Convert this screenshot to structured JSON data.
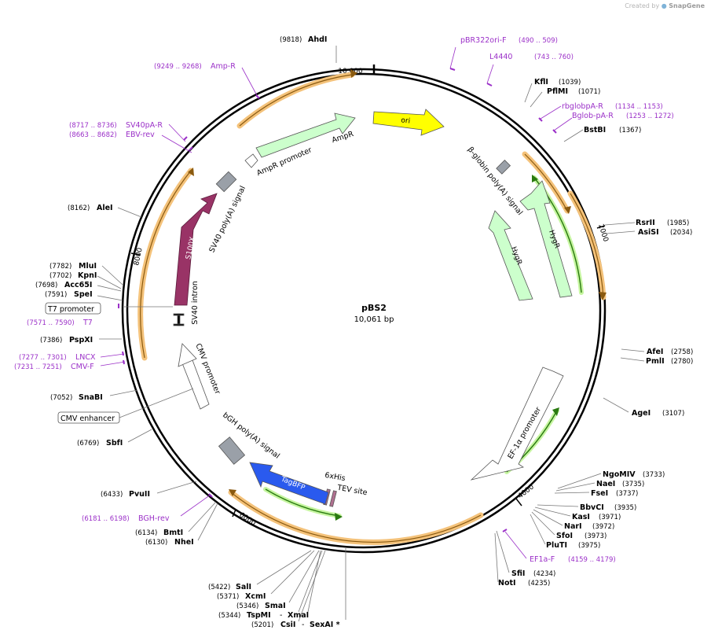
{
  "credit": {
    "prefix": "Created by",
    "brand": "SnapGene"
  },
  "plasmid": {
    "name": "pBS2",
    "length_label": "10,061 bp",
    "length": 10061
  },
  "ticks": [
    {
      "label": "10,000",
      "pos": 10000
    },
    {
      "label": "2000",
      "pos": 2000
    },
    {
      "label": "4000",
      "pos": 4000
    },
    {
      "label": "6000",
      "pos": 6000
    },
    {
      "label": "8000",
      "pos": 8000
    }
  ],
  "sites": [
    {
      "name": "AhdI",
      "pos": "(9818)",
      "side": "top",
      "color": "#000000"
    },
    {
      "name": "pBR322ori-F",
      "pos": "(490 .. 509)",
      "side": "right",
      "color": "#9b30c8"
    },
    {
      "name": "L4440",
      "pos": "(743 .. 760)",
      "side": "right",
      "color": "#9b30c8"
    },
    {
      "name": "KflI",
      "pos": "(1039)",
      "side": "right",
      "color": "#000000"
    },
    {
      "name": "PflMI",
      "pos": "(1071)",
      "side": "right",
      "color": "#000000"
    },
    {
      "name": "rbglobpA-R",
      "pos": "(1134 .. 1153)",
      "side": "right",
      "color": "#9b30c8"
    },
    {
      "name": "Bglob-pA-R",
      "pos": "(1253 .. 1272)",
      "side": "right",
      "color": "#9b30c8"
    },
    {
      "name": "BstBI",
      "pos": "(1367)",
      "side": "right",
      "color": "#000000"
    },
    {
      "name": "RsrII",
      "pos": "(1985)",
      "side": "right",
      "color": "#000000"
    },
    {
      "name": "AsiSI",
      "pos": "(2034)",
      "side": "right",
      "color": "#000000"
    },
    {
      "name": "AfeI",
      "pos": "(2758)",
      "side": "right",
      "color": "#000000"
    },
    {
      "name": "PmlI",
      "pos": "(2780)",
      "side": "right",
      "color": "#000000"
    },
    {
      "name": "AgeI",
      "pos": "(3107)",
      "side": "right",
      "color": "#000000"
    },
    {
      "name": "NgoMIV",
      "pos": "(3733)",
      "side": "right",
      "color": "#000000"
    },
    {
      "name": "NaeI",
      "pos": "(3735)",
      "side": "right",
      "color": "#000000"
    },
    {
      "name": "FseI",
      "pos": "(3737)",
      "side": "right",
      "color": "#000000"
    },
    {
      "name": "BbvCI",
      "pos": "(3935)",
      "side": "right",
      "color": "#000000"
    },
    {
      "name": "KasI",
      "pos": "(3971)",
      "side": "right",
      "color": "#000000"
    },
    {
      "name": "NarI",
      "pos": "(3972)",
      "side": "right",
      "color": "#000000"
    },
    {
      "name": "SfoI",
      "pos": "(3973)",
      "side": "right",
      "color": "#000000"
    },
    {
      "name": "PluTI",
      "pos": "(3975)",
      "side": "right",
      "color": "#000000"
    },
    {
      "name": "EF1a-F",
      "pos": "(4159 .. 4179)",
      "side": "right",
      "color": "#9b30c8"
    },
    {
      "name": "SfiI",
      "pos": "(4234)",
      "side": "right",
      "color": "#000000"
    },
    {
      "name": "NotI",
      "pos": "(4235)",
      "side": "right",
      "color": "#000000"
    },
    {
      "name": "SexAI *",
      "pos": "",
      "side": "bottom",
      "color": "#000000"
    },
    {
      "name": "CsiI",
      "pos": "(5201)",
      "side": "bottom",
      "color": "#000000"
    },
    {
      "name": "TspMI",
      "pos": "(5344)",
      "side": "bottom",
      "color": "#000000"
    },
    {
      "name": "XmaI",
      "pos": "",
      "side": "bottom",
      "color": "#000000"
    },
    {
      "name": "SmaI",
      "pos": "(5346)",
      "side": "bottom",
      "color": "#000000"
    },
    {
      "name": "XcmI",
      "pos": "(5371)",
      "side": "bottom",
      "color": "#000000"
    },
    {
      "name": "SalI",
      "pos": "(5422)",
      "side": "bottom",
      "color": "#000000"
    },
    {
      "name": "NheI",
      "pos": "(6130)",
      "side": "left",
      "color": "#000000"
    },
    {
      "name": "BmtI",
      "pos": "(6134)",
      "side": "left",
      "color": "#000000"
    },
    {
      "name": "BGH-rev",
      "pos": "(6181 .. 6198)",
      "side": "left",
      "color": "#9b30c8"
    },
    {
      "name": "PvuII",
      "pos": "(6433)",
      "side": "left",
      "color": "#000000"
    },
    {
      "name": "SbfI",
      "pos": "(6769)",
      "side": "left",
      "color": "#000000"
    },
    {
      "name": "SnaBI",
      "pos": "(7052)",
      "side": "left",
      "color": "#000000"
    },
    {
      "name": "CMV-F",
      "pos": "(7231 .. 7251)",
      "side": "left",
      "color": "#9b30c8"
    },
    {
      "name": "LNCX",
      "pos": "(7277 .. 7301)",
      "side": "left",
      "color": "#9b30c8"
    },
    {
      "name": "PspXI",
      "pos": "(7386)",
      "side": "left",
      "color": "#000000"
    },
    {
      "name": "T7",
      "pos": "(7571 .. 7590)",
      "side": "left",
      "color": "#9b30c8"
    },
    {
      "name": "SpeI",
      "pos": "(7591)",
      "side": "left",
      "color": "#000000"
    },
    {
      "name": "Acc65I",
      "pos": "(7698)",
      "side": "left",
      "color": "#000000"
    },
    {
      "name": "KpnI",
      "pos": "(7702)",
      "side": "left",
      "color": "#000000"
    },
    {
      "name": "MluI",
      "pos": "(7782)",
      "side": "left",
      "color": "#000000"
    },
    {
      "name": "AleI",
      "pos": "(8162)",
      "side": "left",
      "color": "#000000"
    },
    {
      "name": "EBV-rev",
      "pos": "(8663 .. 8682)",
      "side": "left",
      "color": "#9b30c8"
    },
    {
      "name": "SV40pA-R",
      "pos": "(8717 .. 8736)",
      "side": "left",
      "color": "#9b30c8"
    },
    {
      "name": "Amp-R",
      "pos": "(9249 .. 9268)",
      "side": "left",
      "color": "#9b30c8"
    }
  ],
  "boxed_labels": [
    "T7 promoter",
    "CMV enhancer"
  ],
  "features": [
    {
      "name": "ori",
      "color": "#ffff00"
    },
    {
      "name": "AmpR",
      "color": "#ccffcc"
    },
    {
      "name": "AmpR promoter",
      "color": "#ffffff"
    },
    {
      "name": "β-globin poly(A) signal",
      "color": "#999999"
    },
    {
      "name": "HygR",
      "color": "#ccffcc"
    },
    {
      "name": "HygR",
      "color": "#ccffcc"
    },
    {
      "name": "EF-1α promoter",
      "color": "#ffffff"
    },
    {
      "name": "TEV site",
      "color": "#b07090"
    },
    {
      "name": "6xHis",
      "color": "#b07090"
    },
    {
      "name": "TagBFP",
      "color": "#2a5aee"
    },
    {
      "name": "bGH poly(A) signal",
      "color": "#999999"
    },
    {
      "name": "CMV promoter",
      "color": "#ffffff"
    },
    {
      "name": "SV40 intron",
      "color": "#000000"
    },
    {
      "name": "S100X",
      "color": "#993366"
    },
    {
      "name": "SV40 poly(A) signal",
      "color": "#999999"
    }
  ]
}
